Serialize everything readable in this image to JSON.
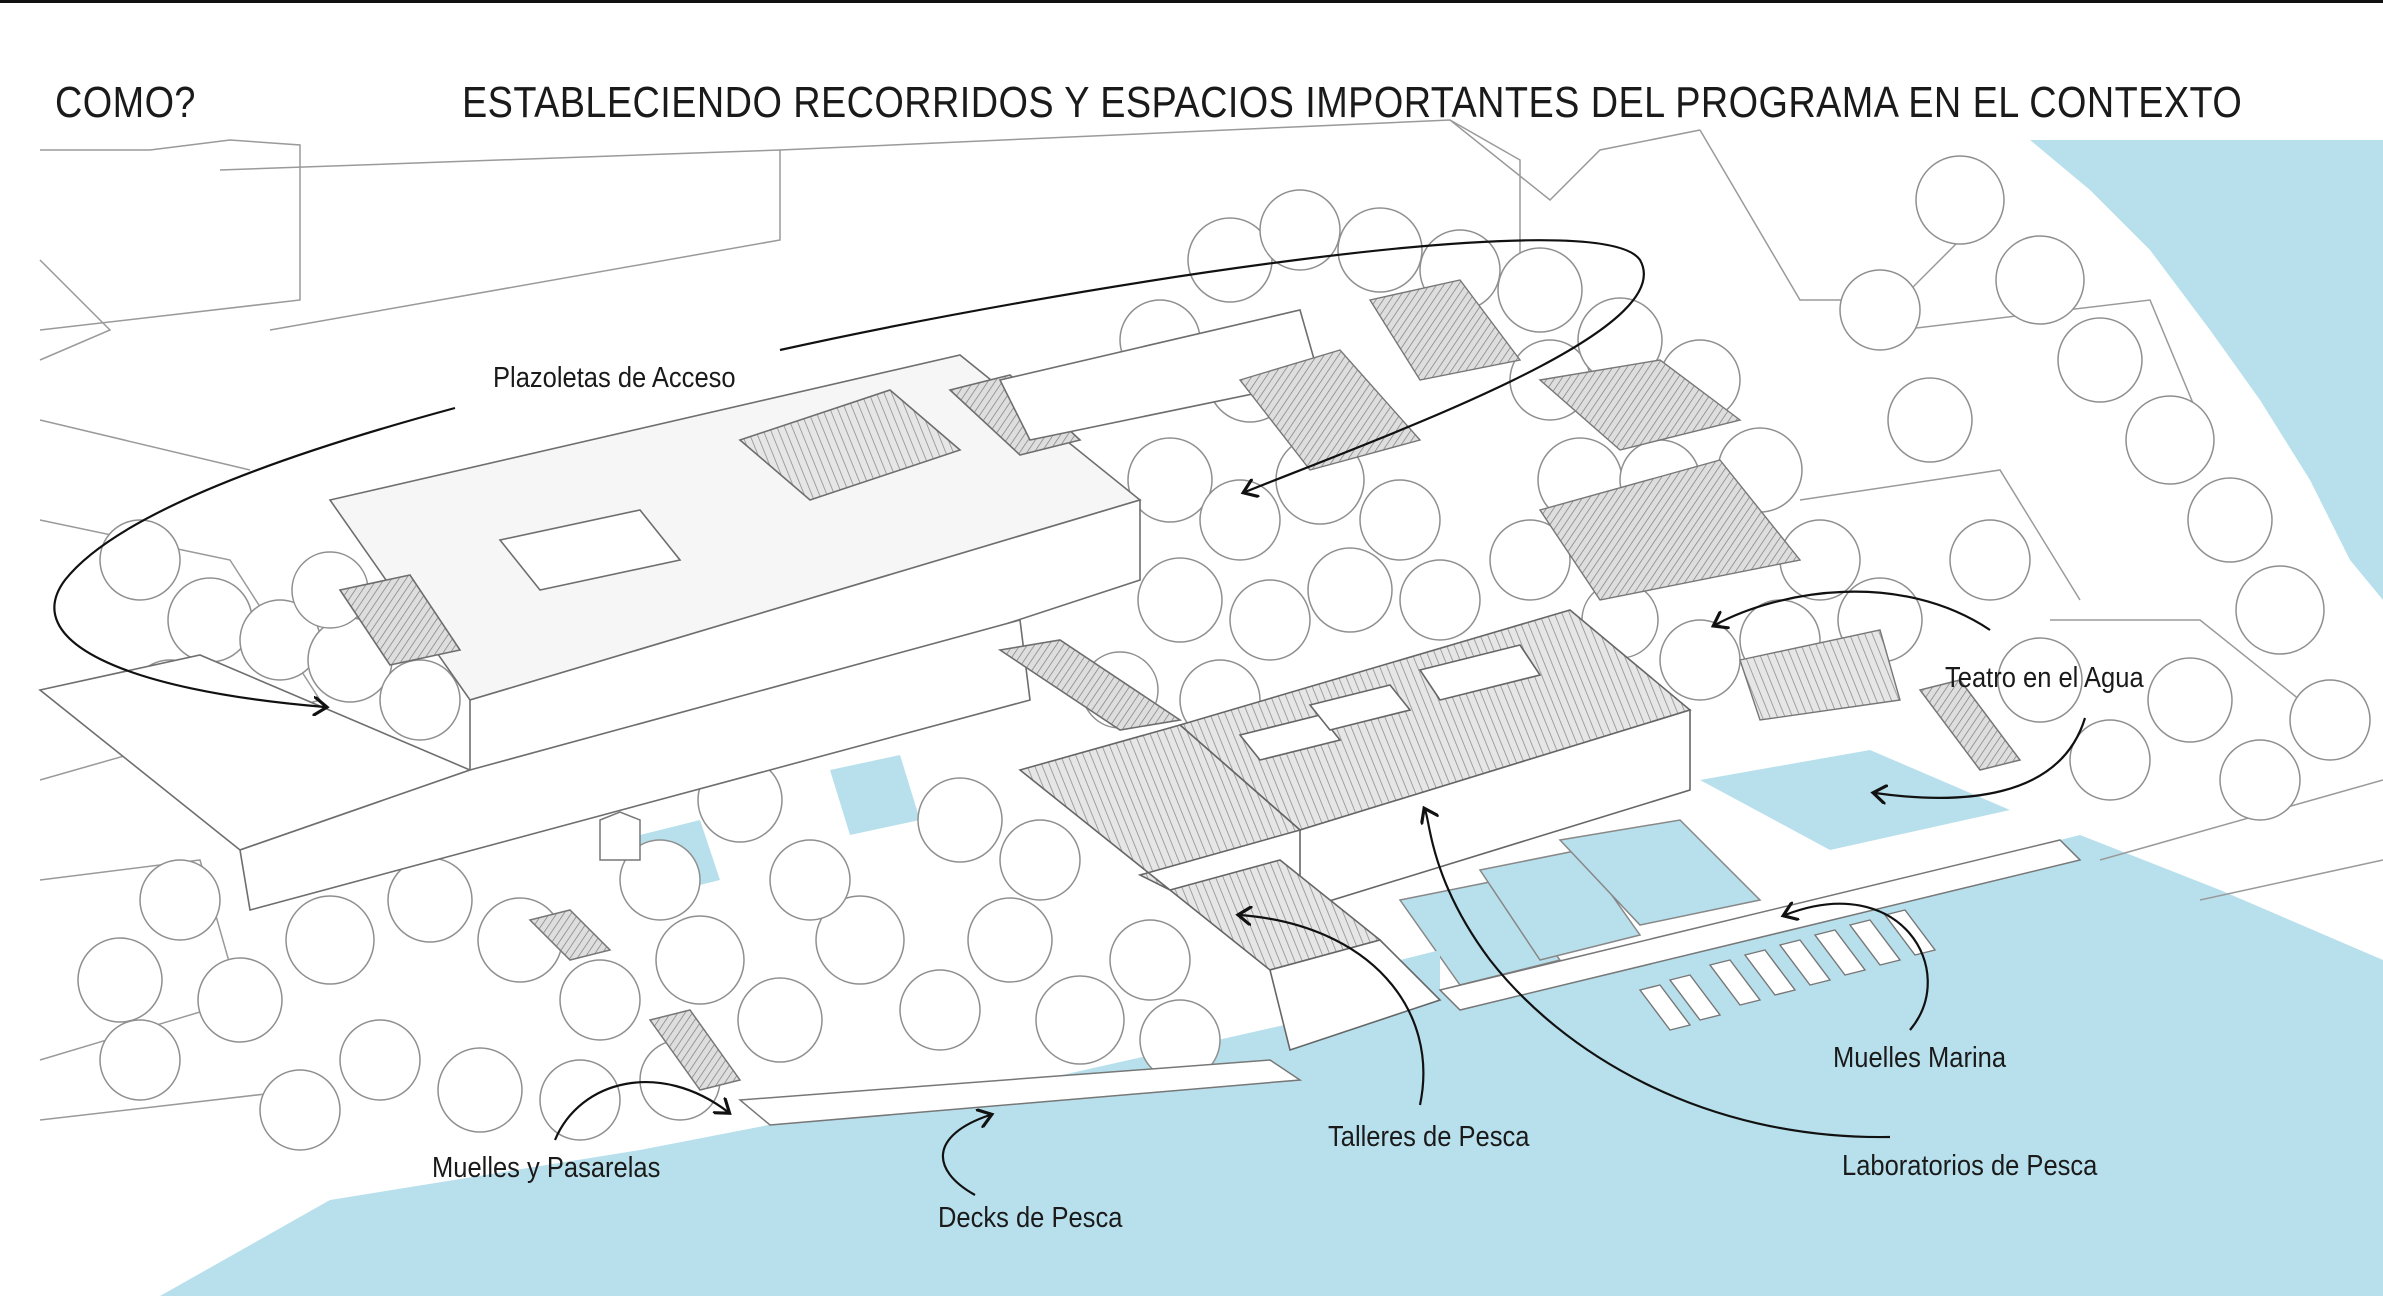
{
  "header": {
    "question": "COMO?",
    "title": "ESTABLECIENDO RECORRIDOS Y ESPACIOS IMPORTANTES DEL PROGRAMA EN EL CONTEXTO"
  },
  "annotations": [
    {
      "key": "plazoletas",
      "label": "Plazoletas de Acceso"
    },
    {
      "key": "teatro",
      "label": "Teatro en el Agua"
    },
    {
      "key": "muelles-marina",
      "label": "Muelles Marina"
    },
    {
      "key": "laboratorios",
      "label": "Laboratorios de Pesca"
    },
    {
      "key": "talleres",
      "label": "Talleres de Pesca"
    },
    {
      "key": "decks",
      "label": "Decks de Pesca"
    },
    {
      "key": "muelles-pasarelas",
      "label": "Muelles y Pasarelas"
    }
  ],
  "colors": {
    "water": "#b8e0ec",
    "line": "#8a8a8a",
    "ink": "#111111",
    "roof": "#9a9a9a"
  }
}
